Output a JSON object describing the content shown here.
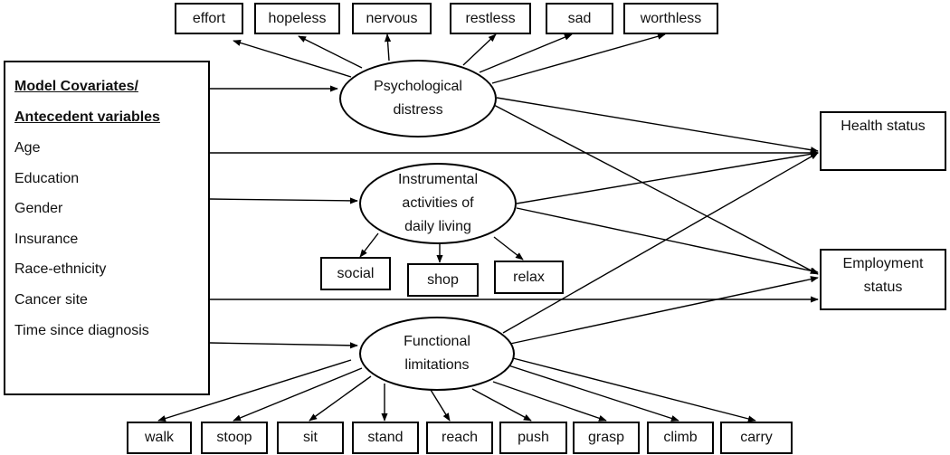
{
  "covariates": {
    "heading_line1": "Model Covariates/",
    "heading_line2": "Antecedent variables",
    "items": [
      "Age",
      "Education",
      "Gender",
      "Insurance",
      "Race-ethnicity",
      "Cancer site",
      "Time since diagnosis"
    ]
  },
  "latent": {
    "psychological": {
      "line1": "Psychological",
      "line2": "distress"
    },
    "iadl": {
      "line1": "Instrumental",
      "line2": "activities of",
      "line3": "daily living"
    },
    "functional": {
      "line1": "Functional",
      "line2": "limitations"
    }
  },
  "outcomes": {
    "health": {
      "line1": "Health status"
    },
    "employment": {
      "line1": "Employment",
      "line2": "status"
    }
  },
  "indicators": {
    "psychological": [
      "effort",
      "hopeless",
      "nervous",
      "restless",
      "sad",
      "worthless"
    ],
    "iadl": [
      "social",
      "shop",
      "relax"
    ],
    "functional": [
      "walk",
      "stoop",
      "sit",
      "stand",
      "reach",
      "push",
      "grasp",
      "climb",
      "carry"
    ]
  }
}
